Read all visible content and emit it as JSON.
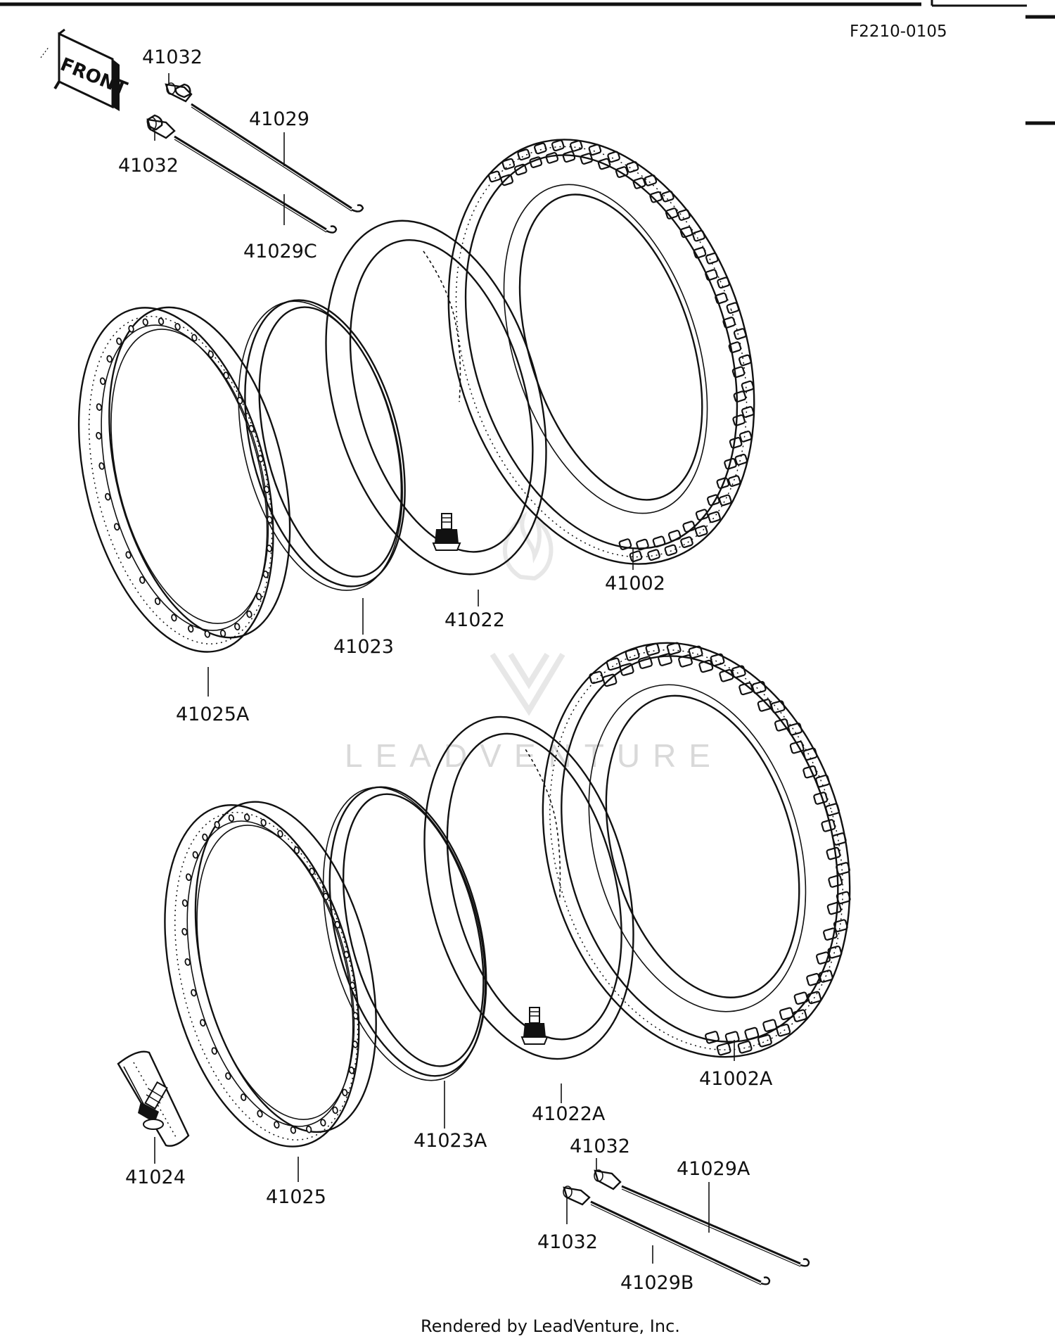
{
  "diagram_code": "F2210-0105",
  "front_badge": "FRONT",
  "watermark": "LEADVENTURE",
  "footer": "Rendered by LeadVenture, Inc.",
  "callouts": {
    "spoke_nipple_a": "41032",
    "spoke_nipple_b": "41032",
    "spoke_a": "41029",
    "spoke_c": "41029C",
    "rim_front": "41025A",
    "rim_band_front": "41023",
    "tube_front": "41022",
    "tire_front": "41002",
    "tire_rear": "41002A",
    "tube_rear": "41022A",
    "rim_band_rear": "41023A",
    "rim_lock": "41024",
    "rim_rear": "41025",
    "spoke_nipple_c": "41032",
    "spoke_nipple_d": "41032",
    "spoke_ra": "41029A",
    "spoke_rb": "41029B"
  }
}
